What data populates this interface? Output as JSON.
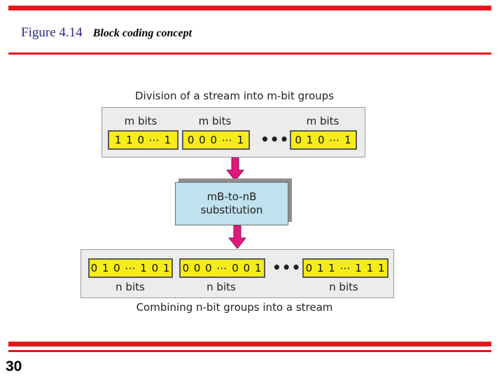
{
  "header": {
    "figure_number": "Figure 4.14",
    "caption": "Block coding concept"
  },
  "diagram": {
    "top_caption": "Division of a stream into m-bit groups",
    "input_groups": [
      {
        "label": "m bits",
        "bits": "1 1 0 ⋯ 1"
      },
      {
        "label": "m bits",
        "bits": "0 0 0 ⋯ 1"
      },
      {
        "label": "m bits",
        "bits": "0 1 0 ⋯ 1"
      }
    ],
    "ellipsis": "•••",
    "substitution_line1": "mB-to-nB",
    "substitution_line2": "substitution",
    "output_groups": [
      {
        "label": "n bits",
        "bits": "0 1 0 ⋯ 1 0 1"
      },
      {
        "label": "n bits",
        "bits": "0 0 0 ⋯ 0 0 1"
      },
      {
        "label": "n bits",
        "bits": "0 1 1 ⋯ 1 1 1"
      }
    ],
    "bottom_caption": "Combining n-bit groups into a stream"
  },
  "footer": {
    "slide_number": "30"
  },
  "colors": {
    "accent_red": "#e8141b",
    "cell_yellow": "#f6ec1c",
    "box_blue": "#bfe2ee",
    "arrow_magenta": "#e0197d",
    "title_blue": "#2b2a8f"
  }
}
